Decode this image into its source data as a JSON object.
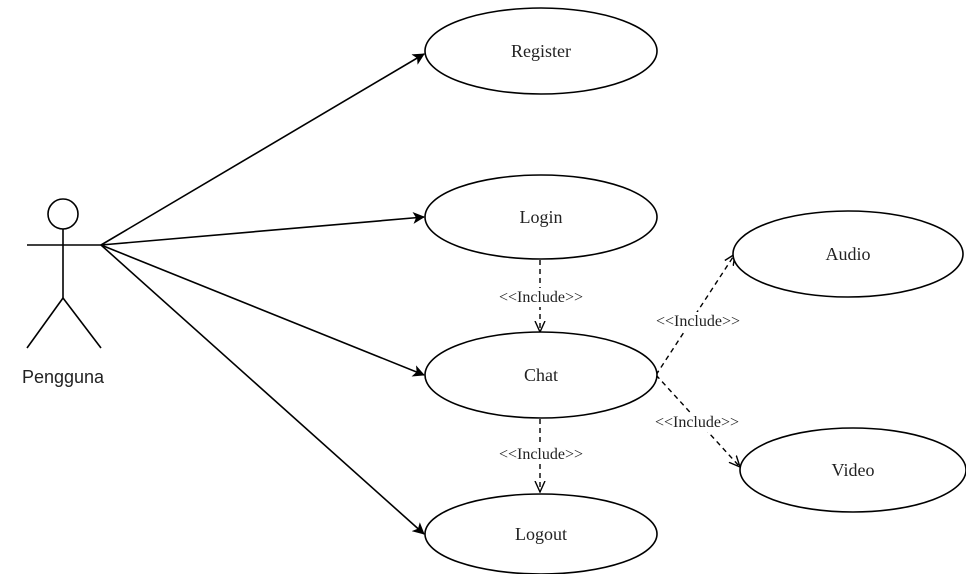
{
  "actor": {
    "label": "Pengguna"
  },
  "use_cases": {
    "register": "Register",
    "login": "Login",
    "chat": "Chat",
    "logout": "Logout",
    "audio": "Audio",
    "video": "Video"
  },
  "relations": {
    "login_chat": "<<Include>>",
    "chat_audio": "<<Include>>",
    "chat_video": "<<Include>>",
    "chat_logout": "<<Include>>"
  }
}
